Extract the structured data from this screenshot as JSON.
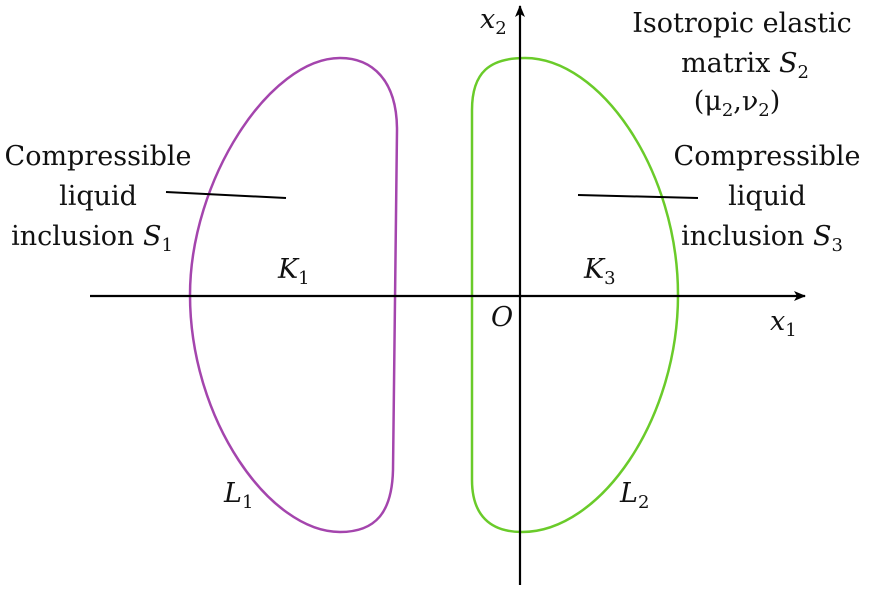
{
  "colors": {
    "inclusion_1": "#a445ad",
    "inclusion_3": "#6acb2a",
    "axes": "#000000"
  },
  "axes": {
    "x_label": "x",
    "x_sub": "1",
    "y_label": "x",
    "y_sub": "2",
    "origin": "O"
  },
  "matrix": {
    "line1": "Isotropic elastic",
    "line2": "matrix ",
    "symbol": "S",
    "symbol_sub": "2",
    "params": "(μ",
    "p_sub1": "2",
    "p_mid": ",ν",
    "p_sub2": "2",
    "p_end": ")"
  },
  "left_label": {
    "line1": "Compressible",
    "line2": "liquid",
    "line3": "inclusion ",
    "symbol": "S",
    "symbol_sub": "1"
  },
  "right_label": {
    "line1": "Compressible",
    "line2": "liquid",
    "line3": "inclusion ",
    "symbol": "S",
    "symbol_sub": "3"
  },
  "constants": {
    "k1": "K",
    "k1_sub": "1",
    "k3": "K",
    "k3_sub": "3"
  },
  "contours": {
    "l1": "L",
    "l1_sub": "1",
    "l2": "L",
    "l2_sub": "2"
  }
}
